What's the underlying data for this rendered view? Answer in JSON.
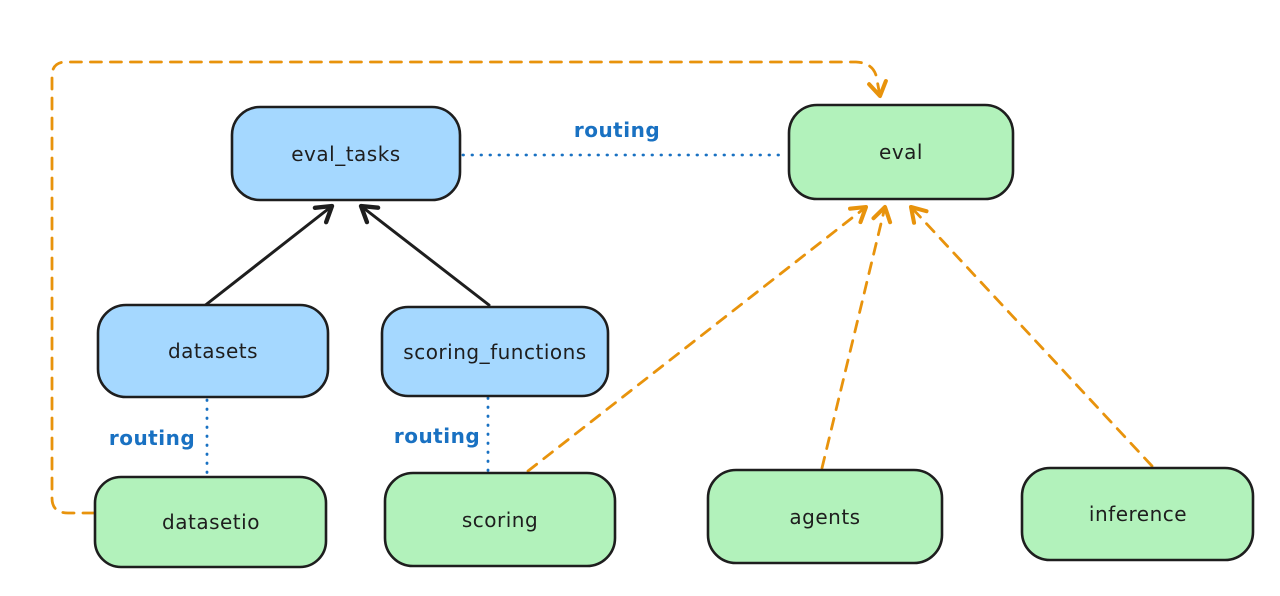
{
  "diagram": {
    "nodes": {
      "eval_tasks": {
        "label": "eval_tasks",
        "kind": "resource"
      },
      "eval": {
        "label": "eval",
        "kind": "api"
      },
      "datasets": {
        "label": "datasets",
        "kind": "resource"
      },
      "scoring_functions": {
        "label": "scoring_functions",
        "kind": "resource"
      },
      "datasetio": {
        "label": "datasetio",
        "kind": "api"
      },
      "scoring": {
        "label": "scoring",
        "kind": "api"
      },
      "agents": {
        "label": "agents",
        "kind": "api"
      },
      "inference": {
        "label": "inference",
        "kind": "api"
      }
    },
    "edges": [
      {
        "from": "eval_tasks",
        "to": "eval",
        "label": "routing",
        "style": "blue-dotted"
      },
      {
        "from": "datasets",
        "to": "datasetio",
        "label": "routing",
        "style": "blue-dotted"
      },
      {
        "from": "scoring_functions",
        "to": "scoring",
        "label": "routing",
        "style": "blue-dotted"
      },
      {
        "from": "datasets",
        "to": "eval_tasks",
        "style": "black-solid-arrow"
      },
      {
        "from": "scoring_functions",
        "to": "eval_tasks",
        "style": "black-solid-arrow"
      },
      {
        "from": "scoring",
        "to": "eval",
        "style": "orange-dashed-arrow"
      },
      {
        "from": "agents",
        "to": "eval",
        "style": "orange-dashed-arrow"
      },
      {
        "from": "inference",
        "to": "eval",
        "style": "orange-dashed-arrow"
      },
      {
        "from": "datasetio",
        "to": "eval",
        "style": "orange-dashed-arrow"
      }
    ],
    "colors": {
      "background": "#ffffff",
      "node_stroke": "#1e1e1e",
      "text": "#1e1e1e",
      "blue_node_fill": "#a5d8ff",
      "green_node_fill": "#b2f2bb",
      "routing_blue": "#1971c2",
      "arrow_orange": "#e8930c",
      "arrow_black": "#1e1e1e"
    }
  }
}
